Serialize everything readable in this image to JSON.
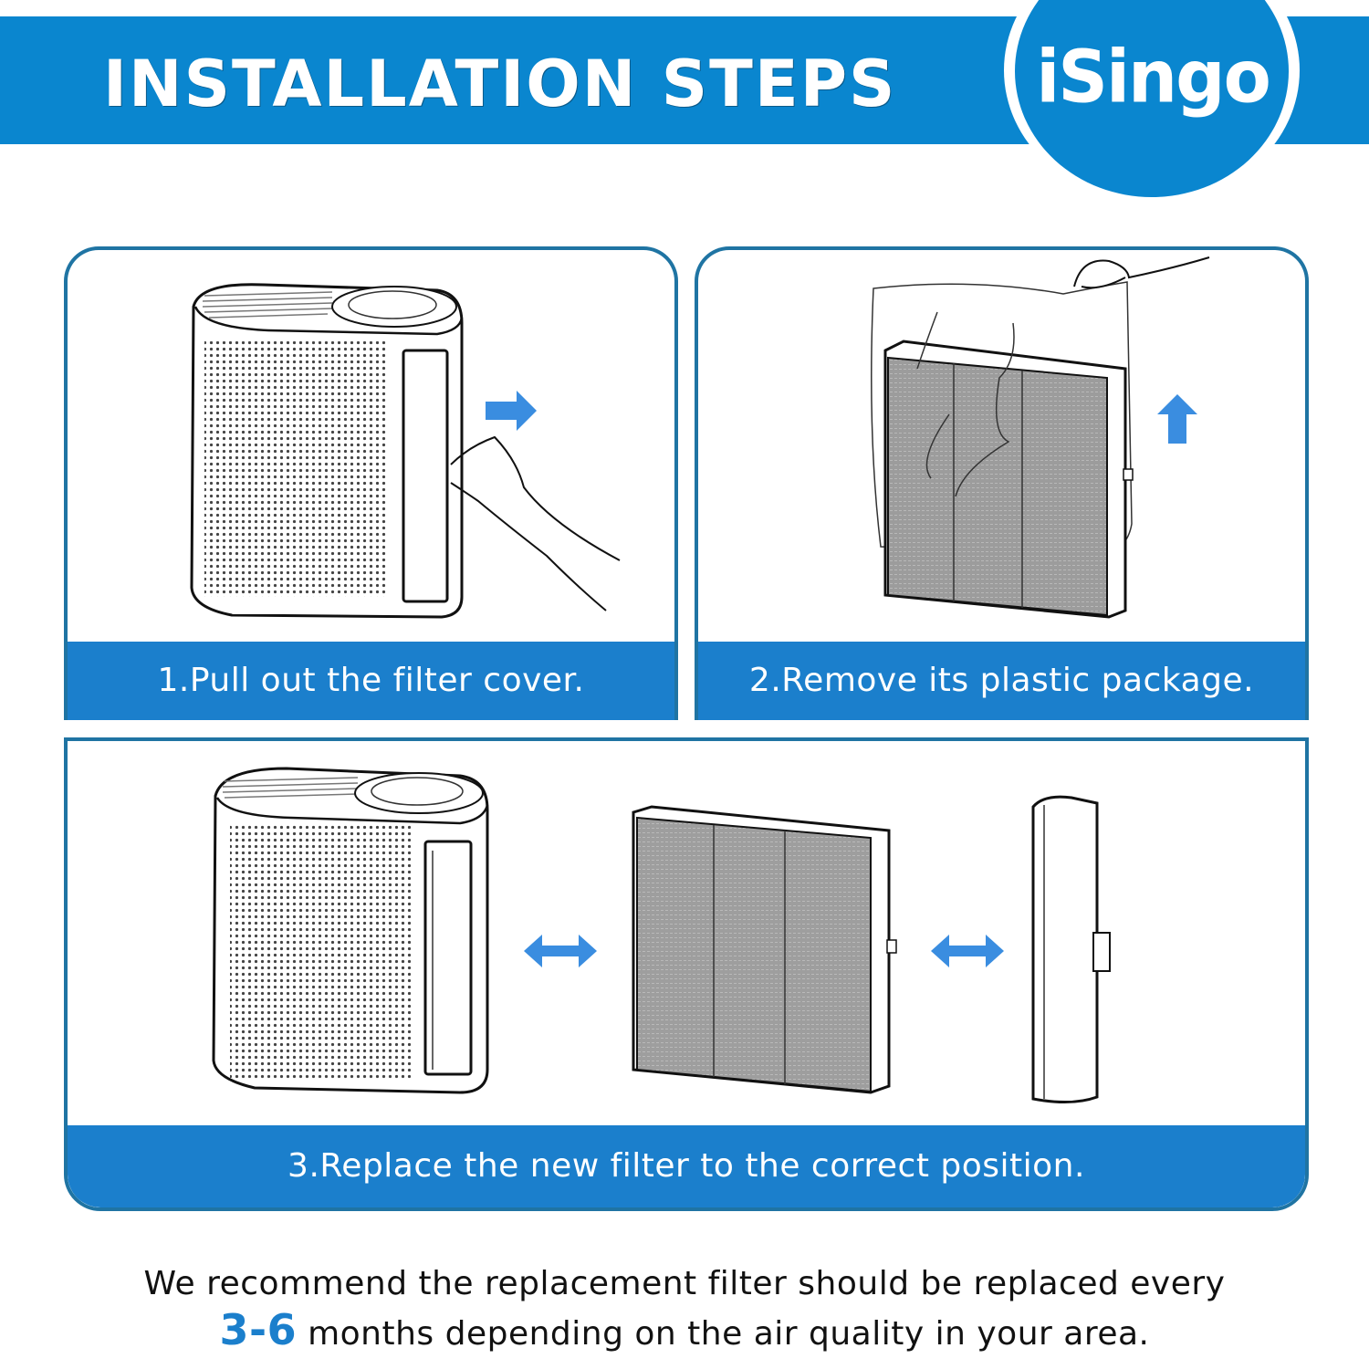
{
  "header": {
    "title": "INSTALLATION STEPS",
    "brand_logo": "iSingo",
    "banner_color": "#0a86cf"
  },
  "steps": [
    {
      "caption": "1.Pull out the filter cover.",
      "illustration": "air-purifier-with-hand-pulling-filter-cover",
      "arrow": "arrow-right-icon"
    },
    {
      "caption": "2.Remove its plastic package.",
      "illustration": "filter-in-plastic-bag-lifted-by-hand",
      "arrow": "arrow-up-icon"
    },
    {
      "caption": "3.Replace the new filter to the correct position.",
      "illustration": "air-purifier-filter-and-cover",
      "arrows": [
        "double-arrow-icon",
        "double-arrow-icon"
      ]
    }
  ],
  "footer": {
    "line1": "We recommend the replacement filter should be replaced every",
    "highlight": "3-6",
    "line2_rest": " months depending on the air quality in your area."
  },
  "colors": {
    "caption_bar": "#1b7fcc",
    "panel_border": "#1f74a3",
    "arrow": "#3a8de0",
    "highlight": "#1b7fcc"
  }
}
